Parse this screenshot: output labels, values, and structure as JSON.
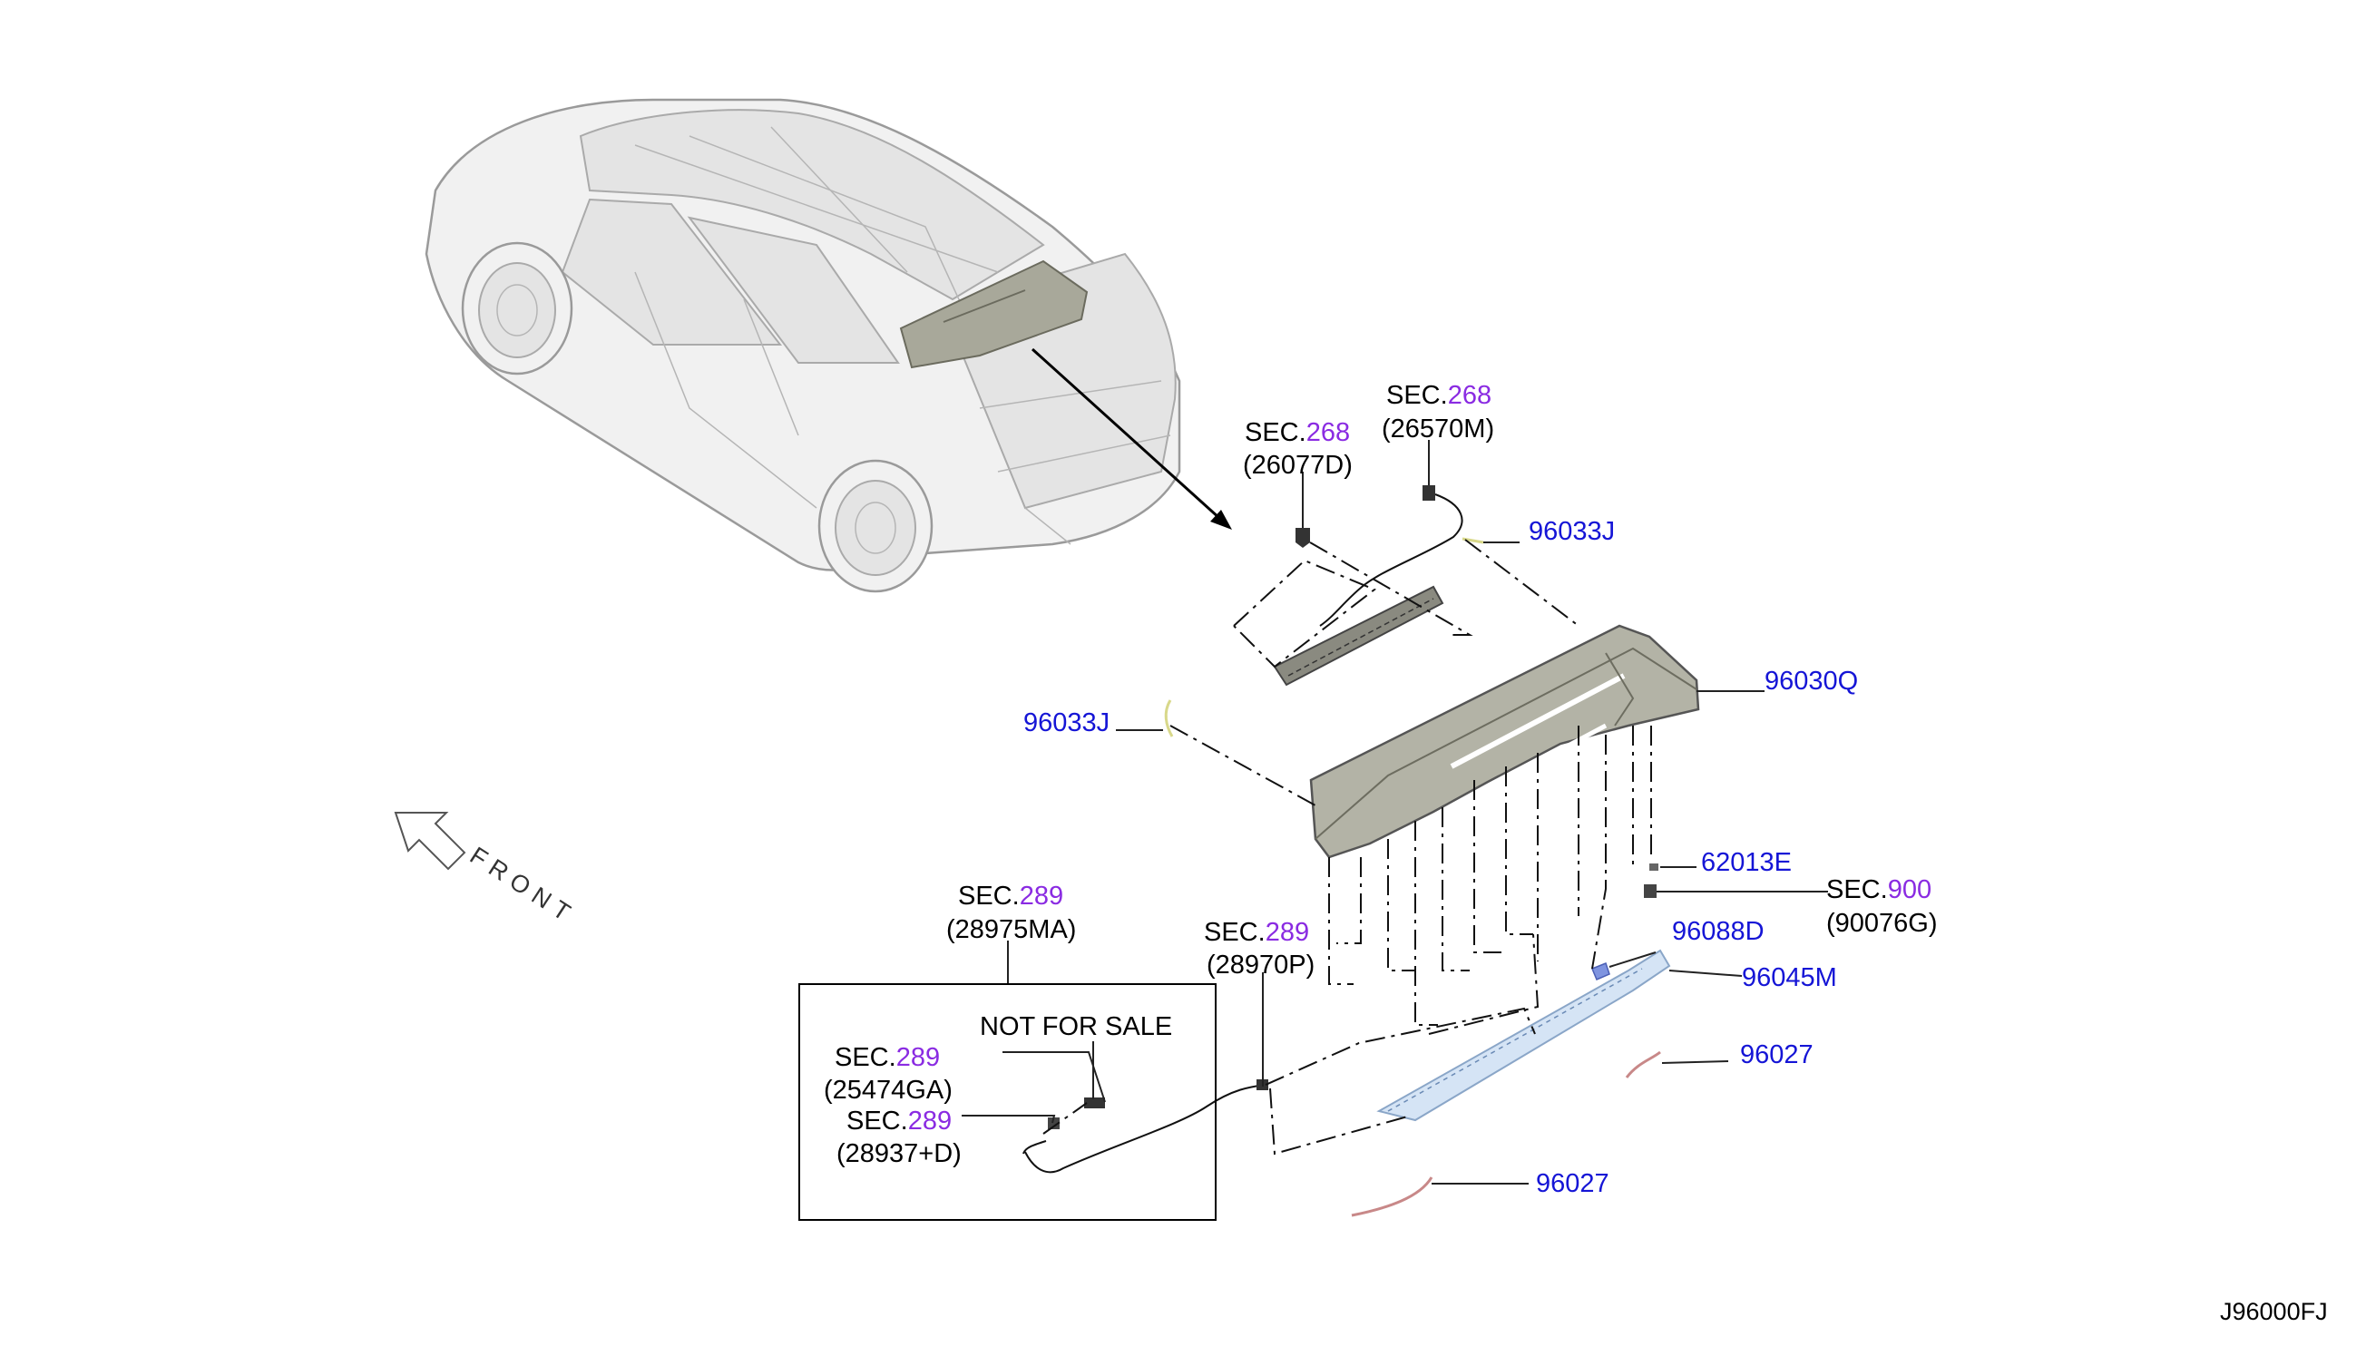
{
  "diagram_id": "J96000FJ",
  "front_label": "FRONT",
  "box_label": "NOT FOR SALE",
  "parts": {
    "p96030Q": "96030Q",
    "p96033J_top": "96033J",
    "p96033J_left": "96033J",
    "p62013E": "62013E",
    "p96088D": "96088D",
    "p96045M": "96045M",
    "p96027_a": "96027",
    "p96027_b": "96027"
  },
  "sections": {
    "s26077D": {
      "prefix": "SEC.",
      "num": "268",
      "code": "(26077D)"
    },
    "s26570M": {
      "prefix": "SEC.",
      "num": "268",
      "code": "(26570M)"
    },
    "s90076G": {
      "prefix": "SEC.",
      "num": "900",
      "code": "(90076G)"
    },
    "s28975MA": {
      "prefix": "SEC.",
      "num": "289",
      "code": "(28975MA)"
    },
    "s28970P": {
      "prefix": "SEC.",
      "num": "289",
      "code": "(28970P)"
    },
    "s25474GA": {
      "prefix": "SEC.",
      "num": "289",
      "code": "(25474GA)"
    },
    "s28937D": {
      "prefix": "SEC.",
      "num": "289",
      "code": "(28937+D)"
    }
  },
  "colors": {
    "part_number": "#1515d6",
    "section_number": "#8a2be2",
    "text": "#000000",
    "spoiler_fill": "#b3b3a6",
    "spoiler_stroke": "#555555"
  }
}
